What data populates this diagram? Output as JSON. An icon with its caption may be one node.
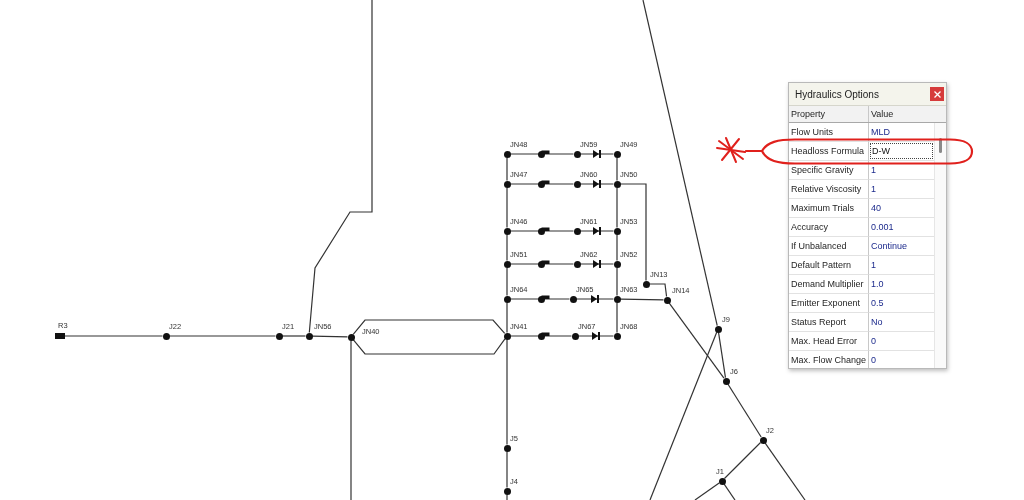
{
  "diagram": {
    "nodes": [
      {
        "text": [],
        "shape": "circle",
        "beside": [
          "JN48"
        ]
      },
      {
        "text": [],
        "shape": "circle",
        "beside": [
          "JN59"
        ]
      },
      {
        "text": [],
        "shape": "circle",
        "beside": [
          "JN49"
        ]
      },
      {
        "text": [],
        "shape": "circle",
        "beside": [
          "JN47"
        ]
      },
      {
        "text": [],
        "shape": "circle",
        "beside": [
          "JN60"
        ]
      },
      {
        "text": [],
        "shape": "circle",
        "beside": [
          "JN50"
        ]
      },
      {
        "text": [],
        "shape": "circle",
        "beside": [
          "JN46"
        ]
      },
      {
        "text": [],
        "shape": "circle",
        "beside": [
          "JN61"
        ]
      },
      {
        "text": [],
        "shape": "circle",
        "beside": [
          "JN53"
        ]
      },
      {
        "text": [],
        "shape": "circle",
        "beside": [
          "JN51"
        ]
      },
      {
        "text": [],
        "shape": "circle",
        "beside": [
          "JN62"
        ]
      },
      {
        "text": [],
        "shape": "circle",
        "beside": [
          "JN52"
        ]
      },
      {
        "text": [],
        "shape": "circle",
        "beside": [
          "JN13"
        ]
      },
      {
        "text": [],
        "shape": "circle",
        "beside": [
          "JN64"
        ]
      },
      {
        "text": [],
        "shape": "circle",
        "beside": [
          "JN65"
        ]
      },
      {
        "text": [],
        "shape": "circle",
        "beside": [
          "JN63"
        ]
      },
      {
        "text": [],
        "shape": "circle",
        "beside": [
          "JN14"
        ]
      },
      {
        "text": [],
        "shape": "box",
        "beside": [
          "R3"
        ]
      },
      {
        "text": [],
        "shape": "circle",
        "beside": [
          "J22"
        ]
      },
      {
        "text": [],
        "shape": "circle",
        "beside": [
          "J21"
        ]
      },
      {
        "text": [],
        "shape": "circle",
        "beside": [
          "JN56"
        ]
      },
      {
        "text": [],
        "shape": "circle",
        "beside": [
          "JN40"
        ]
      },
      {
        "text": [],
        "shape": "circle",
        "beside": [
          "JN41"
        ]
      },
      {
        "text": [],
        "shape": "circle",
        "beside": [
          "JN67"
        ]
      },
      {
        "text": [],
        "shape": "circle",
        "beside": [
          "JN68"
        ]
      },
      {
        "text": [],
        "shape": "circle",
        "beside": [
          "J9"
        ]
      },
      {
        "text": [],
        "shape": "circle",
        "beside": [
          "J6"
        ]
      },
      {
        "text": [],
        "shape": "circle",
        "beside": [
          "J2"
        ]
      },
      {
        "text": [],
        "shape": "circle",
        "beside": [
          "J5"
        ]
      },
      {
        "text": [],
        "shape": "circle",
        "beside": [
          "J1"
        ]
      },
      {
        "text": [],
        "shape": "circle",
        "beside": [
          "J4"
        ]
      }
    ],
    "edges": [
      {
        "from": 17,
        "to": 18,
        "arrow": "none"
      },
      {
        "from": 18,
        "to": 19,
        "arrow": "none"
      },
      {
        "from": 19,
        "to": 20,
        "arrow": "none"
      },
      {
        "from": 20,
        "to": 21,
        "arrow": "none"
      },
      {
        "from": 20,
        "to": null,
        "arrow": "none"
      },
      {
        "from": 21,
        "to": 22,
        "arrow": "none"
      },
      {
        "from": 21,
        "to": 22,
        "arrow": "none"
      },
      {
        "from": 21,
        "to": null,
        "arrow": "none"
      },
      {
        "from": 0,
        "to": 1,
        "arrow": "none"
      },
      {
        "from": 1,
        "to": 2,
        "arrow": "none"
      },
      {
        "from": 3,
        "to": 4,
        "arrow": "none"
      },
      {
        "from": 4,
        "to": 5,
        "arrow": "none"
      },
      {
        "from": 6,
        "to": 7,
        "arrow": "none"
      },
      {
        "from": 7,
        "to": 8,
        "arrow": "none"
      },
      {
        "from": 9,
        "to": 10,
        "arrow": "none"
      },
      {
        "from": 10,
        "to": 11,
        "arrow": "none"
      },
      {
        "from": 13,
        "to": 14,
        "arrow": "none"
      },
      {
        "from": 14,
        "to": 15,
        "arrow": "none"
      },
      {
        "from": 22,
        "to": 23,
        "arrow": "none"
      },
      {
        "from": 23,
        "to": 24,
        "arrow": "none"
      },
      {
        "from": 0,
        "to": 3,
        "arrow": "none"
      },
      {
        "from": 3,
        "to": 6,
        "arrow": "none"
      },
      {
        "from": 6,
        "to": 9,
        "arrow": "none"
      },
      {
        "from": 9,
        "to": 13,
        "arrow": "none"
      },
      {
        "from": 13,
        "to": 22,
        "arrow": "none"
      },
      {
        "from": 22,
        "to": 28,
        "arrow": "none"
      },
      {
        "from": 28,
        "to": 30,
        "arrow": "none"
      },
      {
        "from": 30,
        "to": null,
        "arrow": "none"
      },
      {
        "from": 2,
        "to": 5,
        "arrow": "none"
      },
      {
        "from": 5,
        "to": 8,
        "arrow": "none"
      },
      {
        "from": 8,
        "to": 11,
        "arrow": "none"
      },
      {
        "from": 11,
        "to": 15,
        "arrow": "none"
      },
      {
        "from": 15,
        "to": 24,
        "arrow": "none"
      },
      {
        "from": 5,
        "to": 12,
        "arrow": "none"
      },
      {
        "from": 12,
        "to": 16,
        "arrow": "none"
      },
      {
        "from": 15,
        "to": 16,
        "arrow": "none"
      },
      {
        "from": 16,
        "to": 26,
        "arrow": "none"
      },
      {
        "from": null,
        "to": 25,
        "arrow": "none"
      },
      {
        "from": 25,
        "to": 26,
        "arrow": "none"
      },
      {
        "from": 25,
        "to": null,
        "arrow": "none"
      },
      {
        "from": 26,
        "to": 27,
        "arrow": "none"
      },
      {
        "from": 27,
        "to": null,
        "arrow": "none"
      },
      {
        "from": 27,
        "to": 29,
        "arrow": "none"
      },
      {
        "from": 29,
        "to": null,
        "arrow": "none"
      },
      {
        "from": 29,
        "to": null,
        "arrow": "none"
      }
    ],
    "labels": [
      "Hydraulics Options",
      "Property",
      "Value",
      "Flow Units",
      "MLD",
      "Headloss Formula",
      "D-W",
      "Specific Gravity",
      "1",
      "Relative Viscosity",
      "1",
      "Maximum Trials",
      "40",
      "Accuracy",
      "0.001",
      "If Unbalanced",
      "Continue",
      "Default Pattern",
      "1",
      "Demand Multiplier",
      "1.0",
      "Emitter Exponent",
      "0.5",
      "Status Report",
      "No",
      "Max. Head Error",
      "0",
      "Max. Flow Change",
      "0"
    ]
  }
}
